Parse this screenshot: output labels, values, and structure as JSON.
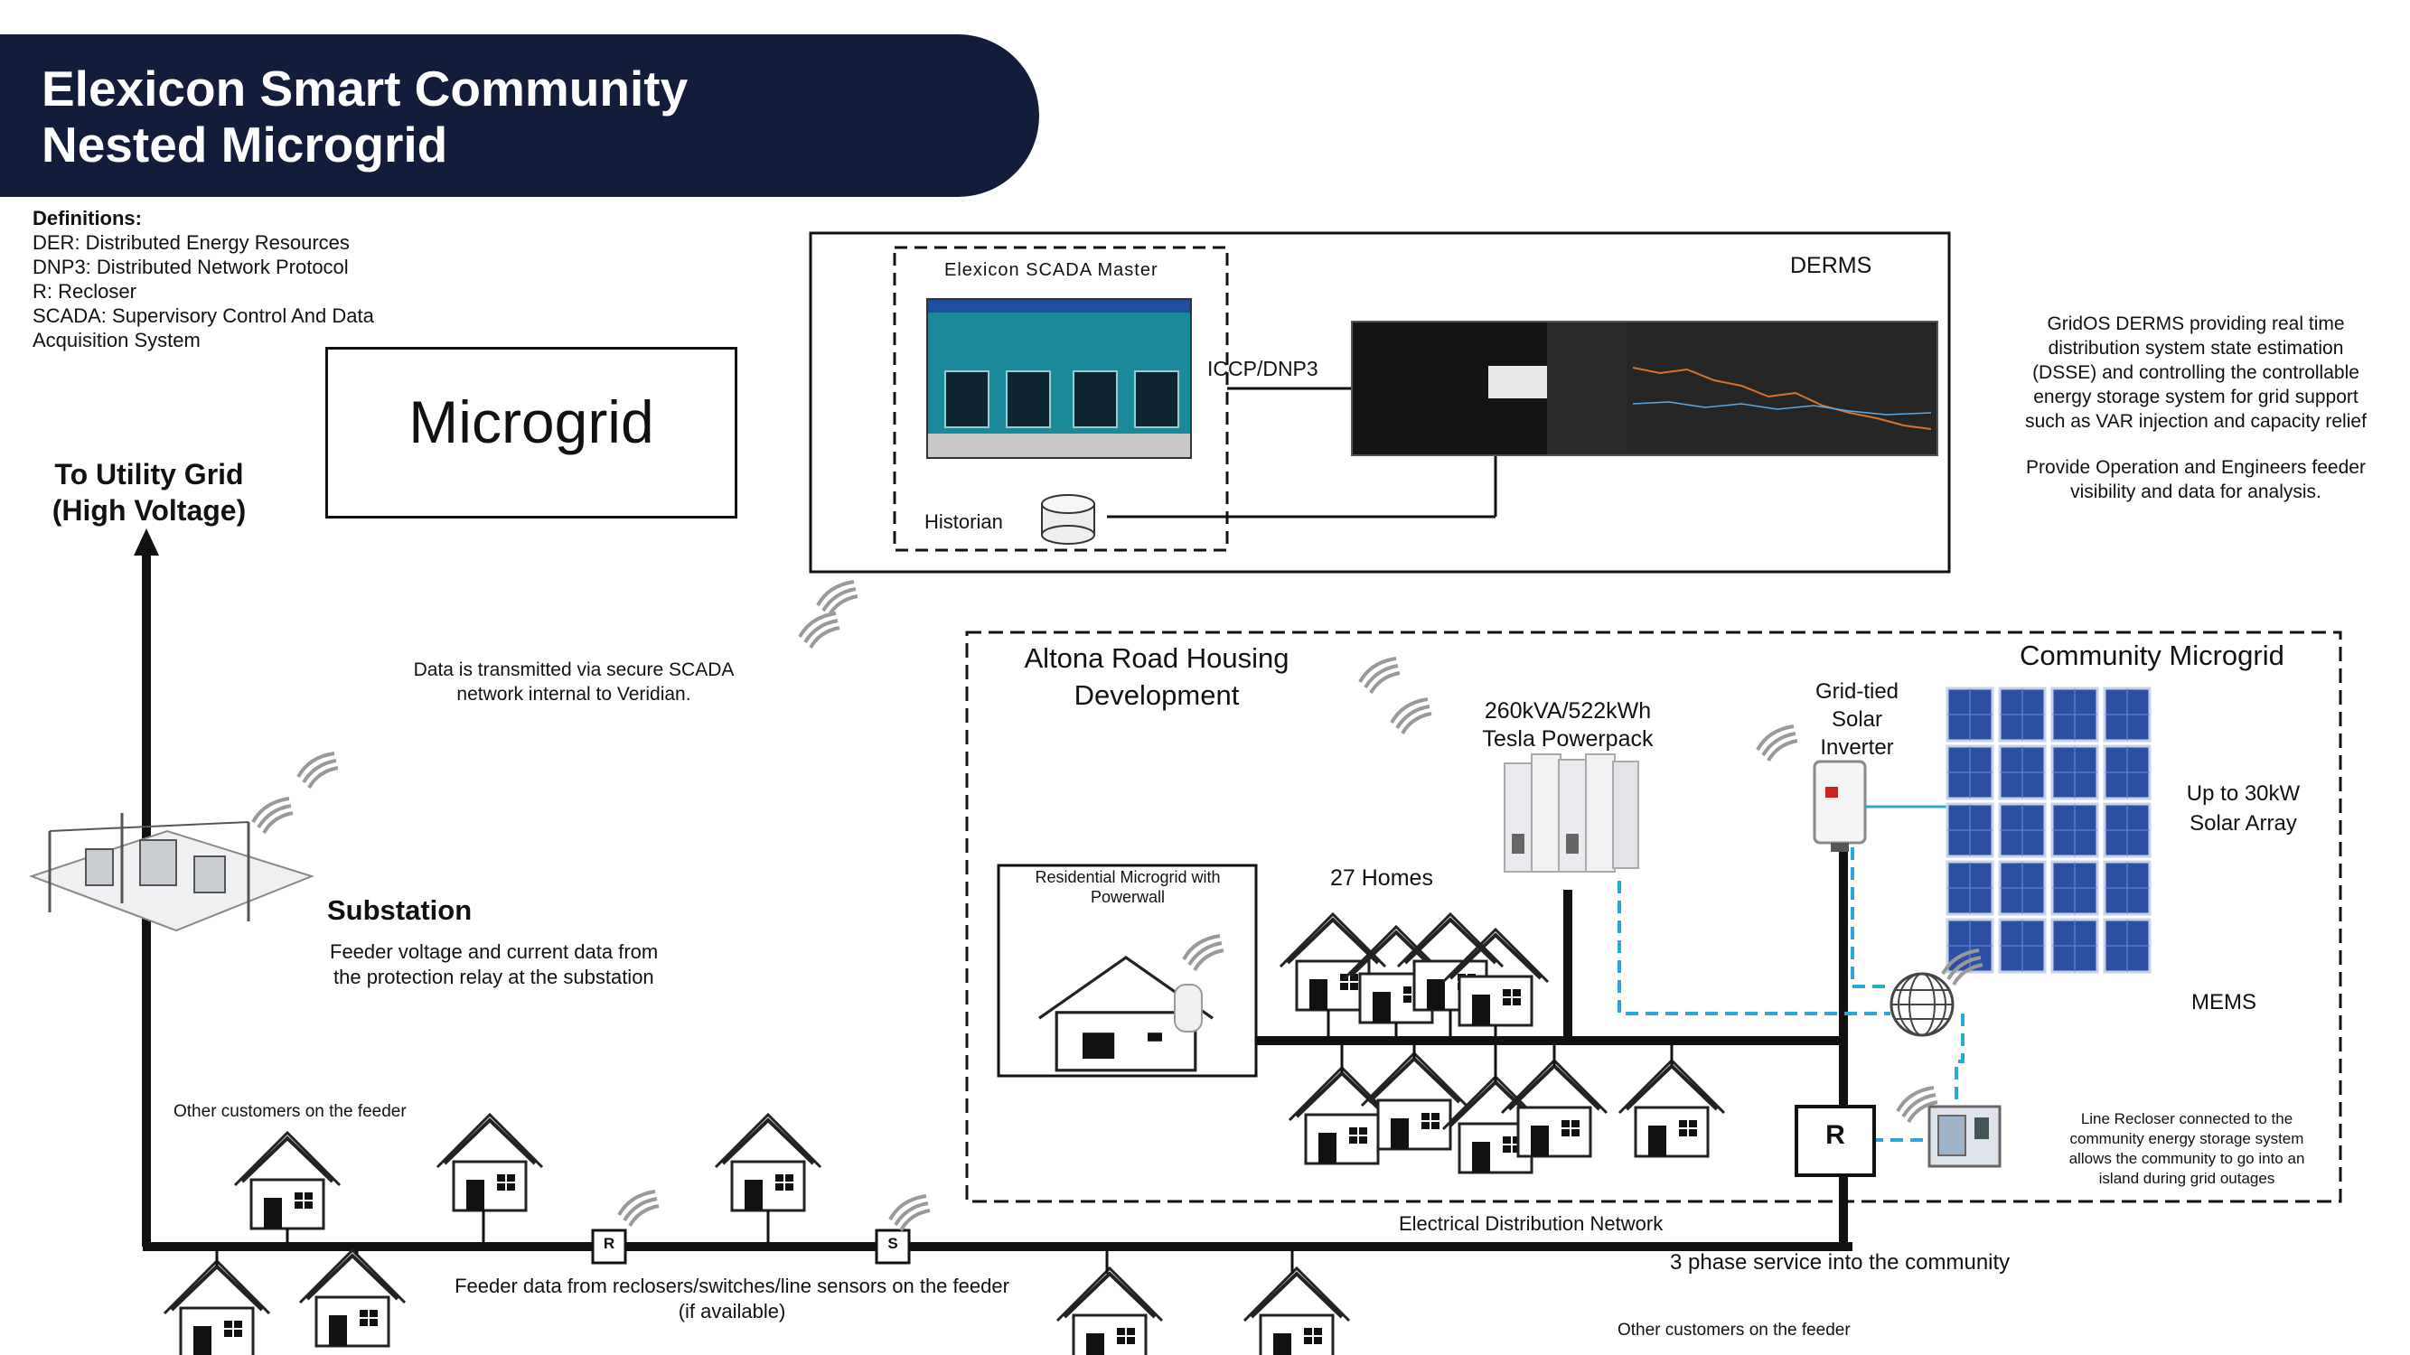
{
  "header": {
    "title_line1": "Elexicon Smart Community",
    "title_line2": "Nested Microgrid"
  },
  "definitions": {
    "heading": "Definitions:",
    "items": [
      "DER: Distributed Energy Resources",
      "DNP3: Distributed Network Protocol",
      "R: Recloser",
      "SCADA: Supervisory Control And Data",
      "Acquisition System"
    ]
  },
  "microgrid_label": "Microgrid",
  "utility": {
    "line1": "To Utility Grid",
    "line2": "(High Voltage)"
  },
  "scada": {
    "master_label": "Elexicon SCADA  Master",
    "historian_label": "Historian",
    "protocol_label": "ICCP/DNP3",
    "derms_label": "DERMS"
  },
  "gridos_note": {
    "p1": [
      "GridOS DERMS providing real time",
      "distribution system state estimation",
      "(DSSE) and controlling the controllable",
      "energy storage system for grid support",
      "such as VAR injection and capacity relief"
    ],
    "p2": [
      "Provide Operation and Engineers feeder",
      "visibility and data for analysis."
    ]
  },
  "scada_note": [
    "Data is transmitted via secure SCADA",
    "network internal to Veridian."
  ],
  "substation": {
    "title": "Substation",
    "desc": [
      "Feeder voltage and current data from",
      "the protection relay at the substation"
    ]
  },
  "housing": {
    "line1": "Altona Road Housing",
    "line2": "Development"
  },
  "community_microgrid": "Community Microgrid",
  "powerpack": {
    "line1": "260kVA/522kWh",
    "line2": "Tesla Powerpack"
  },
  "inverter": {
    "line1": "Grid-tied",
    "line2": "Solar",
    "line3": "Inverter"
  },
  "solar": {
    "line1": "Up to 30kW",
    "line2": "Solar Array"
  },
  "residential": {
    "line1": "Residential Microgrid with",
    "line2": "Powerwall"
  },
  "homes_label": "27 Homes",
  "mems_label": "MEMS",
  "recloser_note": [
    "Line Recloser connected to the",
    "community energy storage system",
    "allows the community to go into an",
    "island during grid outages"
  ],
  "recloser_symbol": "R",
  "switch_symbol": "S",
  "feeder": {
    "other_customers": "Other customers on the feeder",
    "network_label": "Electrical Distribution Network",
    "service_label": "3 phase service into the community",
    "feeder_data": [
      "Feeder data from reclosers/switches/line sensors on the feeder",
      "(if available)"
    ],
    "other_customers_2": "Other customers on the feeder"
  },
  "colors": {
    "banner": "#131c3a",
    "line": "#111111",
    "dashed_link": "#2aa7d8",
    "solar_panel": "#2d4fa3"
  }
}
